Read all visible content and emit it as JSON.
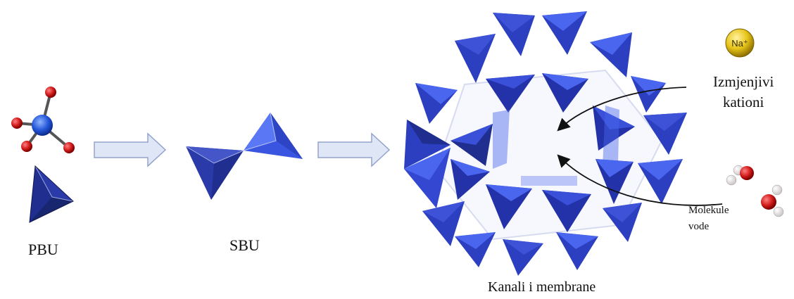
{
  "labels": {
    "pbu": "PBU",
    "sbu": "SBU",
    "channels": "Kanali i membrane",
    "cations_line1": "Izmjenjivi",
    "cations_line2": "kationi",
    "water_line1": "Molekule",
    "water_line2": "vode",
    "sodium": "Na⁺"
  },
  "colors": {
    "tetra_dark": "#1f2e8f",
    "tetra_mid": "#2b3fc0",
    "tetra_light": "#4a66ee",
    "oxygen": "#d01a1a",
    "silicon": "#2356d8",
    "arrow_fill": "#dfe6f6",
    "arrow_stroke": "#93a3cc",
    "sodium": "#e8c51a"
  }
}
